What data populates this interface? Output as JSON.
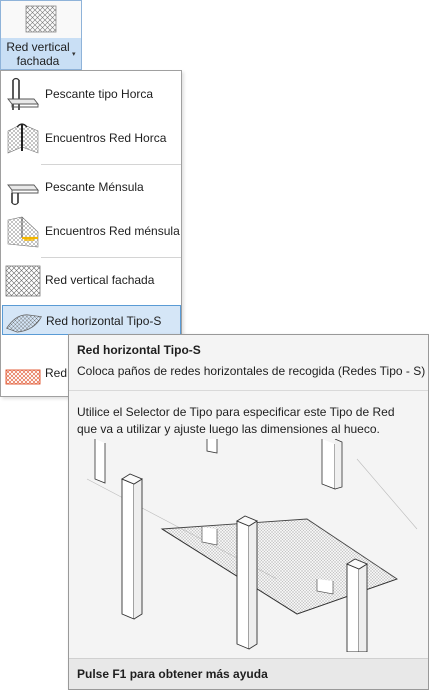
{
  "ribbon": {
    "label_line1": "Red vertical",
    "label_line2": "fachada",
    "icon": "net-vertical-icon",
    "caret": "▾"
  },
  "menu": {
    "items": [
      {
        "label": "Pescante tipo Horca",
        "icon": "gallows-davit-icon"
      },
      {
        "label": "Encuentros Red Horca",
        "icon": "gallows-net-junction-icon"
      },
      {
        "label": "Pescante Ménsula",
        "icon": "bracket-davit-icon"
      },
      {
        "label": "Encuentros Red ménsula",
        "icon": "bracket-net-junction-icon"
      },
      {
        "label": "Red vertical fachada",
        "icon": "vertical-facade-net-icon"
      },
      {
        "label": "Red horizontal Tipo-S",
        "icon": "horizontal-net-s-icon",
        "active": true
      },
      {
        "label": "Red t",
        "icon": "toe-net-icon"
      }
    ]
  },
  "tooltip": {
    "title": "Red horizontal Tipo-S",
    "description": "Coloca paños de redes horizontales de recogida (Redes Tipo - S)",
    "body": "Utilice el Selector de Tipo para especificar este Tipo de Red que va a utilizar y ajuste luego las dimensiones al hueco.",
    "footer": "Pulse F1 para obtener más ayuda"
  },
  "colors": {
    "ribbon_selected": "#c9dff5",
    "menu_highlight": "#d5e6f7",
    "highlight_border": "#5a9bd5",
    "toe_net_red": "#e0522a"
  }
}
